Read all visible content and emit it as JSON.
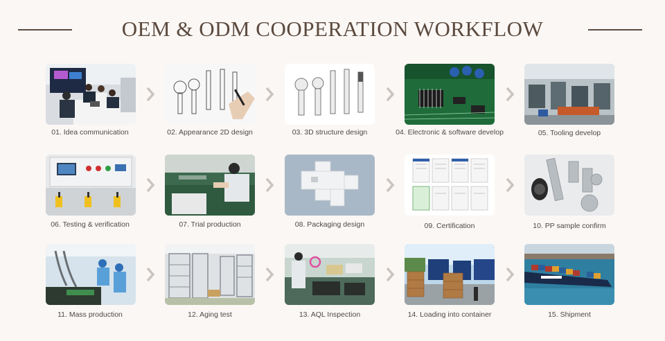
{
  "header": {
    "title": "OEM & ODM COOPERATION WORKFLOW"
  },
  "steps": [
    {
      "label": "01. Idea communication",
      "icon": "meeting-photo"
    },
    {
      "label": "02. Appearance 2D design",
      "icon": "sketch-photo"
    },
    {
      "label": "03. 3D structure design",
      "icon": "3d-model-photo"
    },
    {
      "label": "04. Electronic & software develop",
      "icon": "circuit-board-photo"
    },
    {
      "label": "05. Tooling develop",
      "icon": "tooling-workshop-photo"
    },
    {
      "label": "06. Testing & verification",
      "icon": "testing-machine-photo"
    },
    {
      "label": "07. Trial production",
      "icon": "trial-production-photo"
    },
    {
      "label": "08. Packaging design",
      "icon": "packaging-photo"
    },
    {
      "label": "09. Certification",
      "icon": "certificates-photo"
    },
    {
      "label": "10. PP sample confirm",
      "icon": "pp-sample-photo"
    },
    {
      "label": "11. Mass production",
      "icon": "mass-production-photo"
    },
    {
      "label": "12. Aging test",
      "icon": "aging-test-photo"
    },
    {
      "label": "13. AQL Inspection",
      "icon": "aql-inspection-photo"
    },
    {
      "label": "14. Loading  into container",
      "icon": "container-loading-photo"
    },
    {
      "label": "15. Shipment",
      "icon": "shipment-photo"
    }
  ],
  "colors": {
    "background": "#fbf7f4",
    "title": "#5b4a3f",
    "arrow": "#c9c4c0",
    "label": "#4a4a4a"
  }
}
